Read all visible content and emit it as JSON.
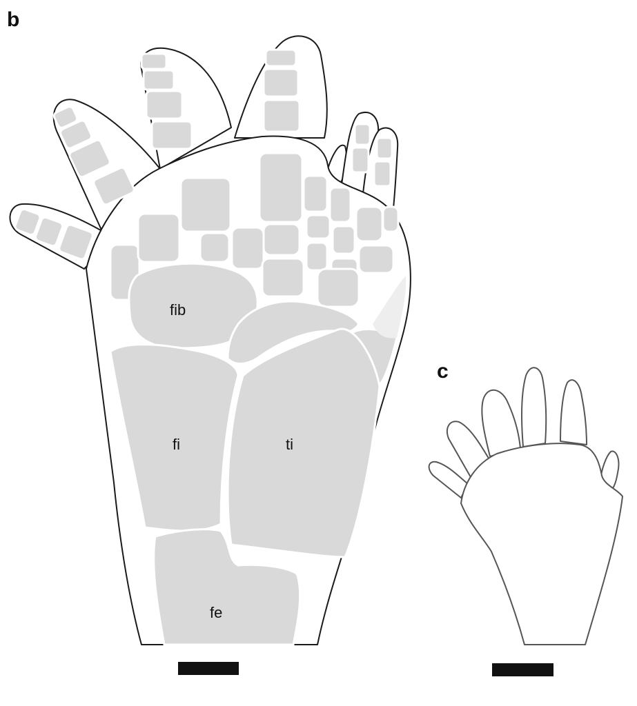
{
  "panels": [
    {
      "letter": "b"
    },
    {
      "letter": "c"
    }
  ],
  "labels": {
    "fib": "fib",
    "fi": "fi",
    "ti": "ti",
    "fe": "fe"
  }
}
